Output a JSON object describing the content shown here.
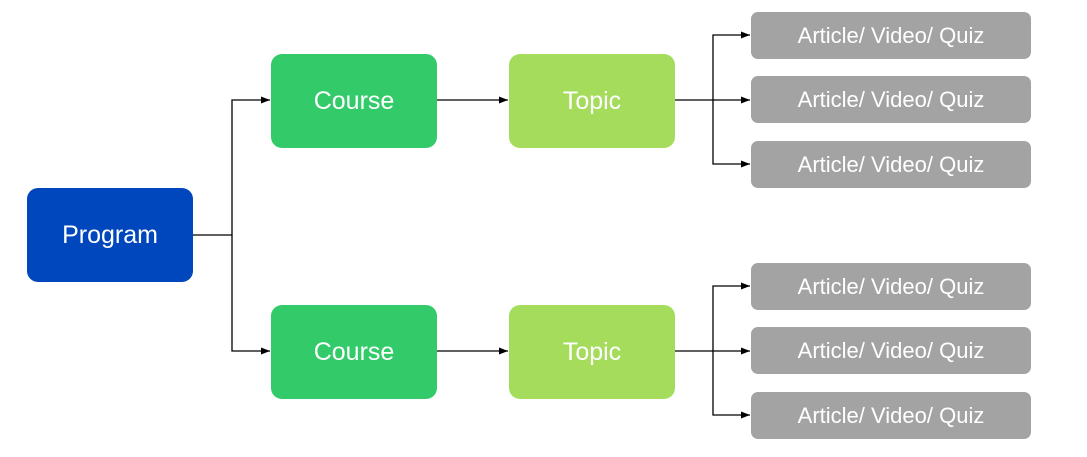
{
  "colors": {
    "program": "#0047BD",
    "course": "#33CB6A",
    "topic": "#A5DC5C",
    "leaf": "#A3A3A3",
    "line": "#000000"
  },
  "program": {
    "label": "Program"
  },
  "branches": [
    {
      "course": "Course",
      "topic": "Topic",
      "items": [
        "Article/ Video/ Quiz",
        "Article/ Video/ Quiz",
        "Article/ Video/ Quiz"
      ]
    },
    {
      "course": "Course",
      "topic": "Topic",
      "items": [
        "Article/ Video/ Quiz",
        "Article/ Video/ Quiz",
        "Article/ Video/ Quiz"
      ]
    }
  ]
}
